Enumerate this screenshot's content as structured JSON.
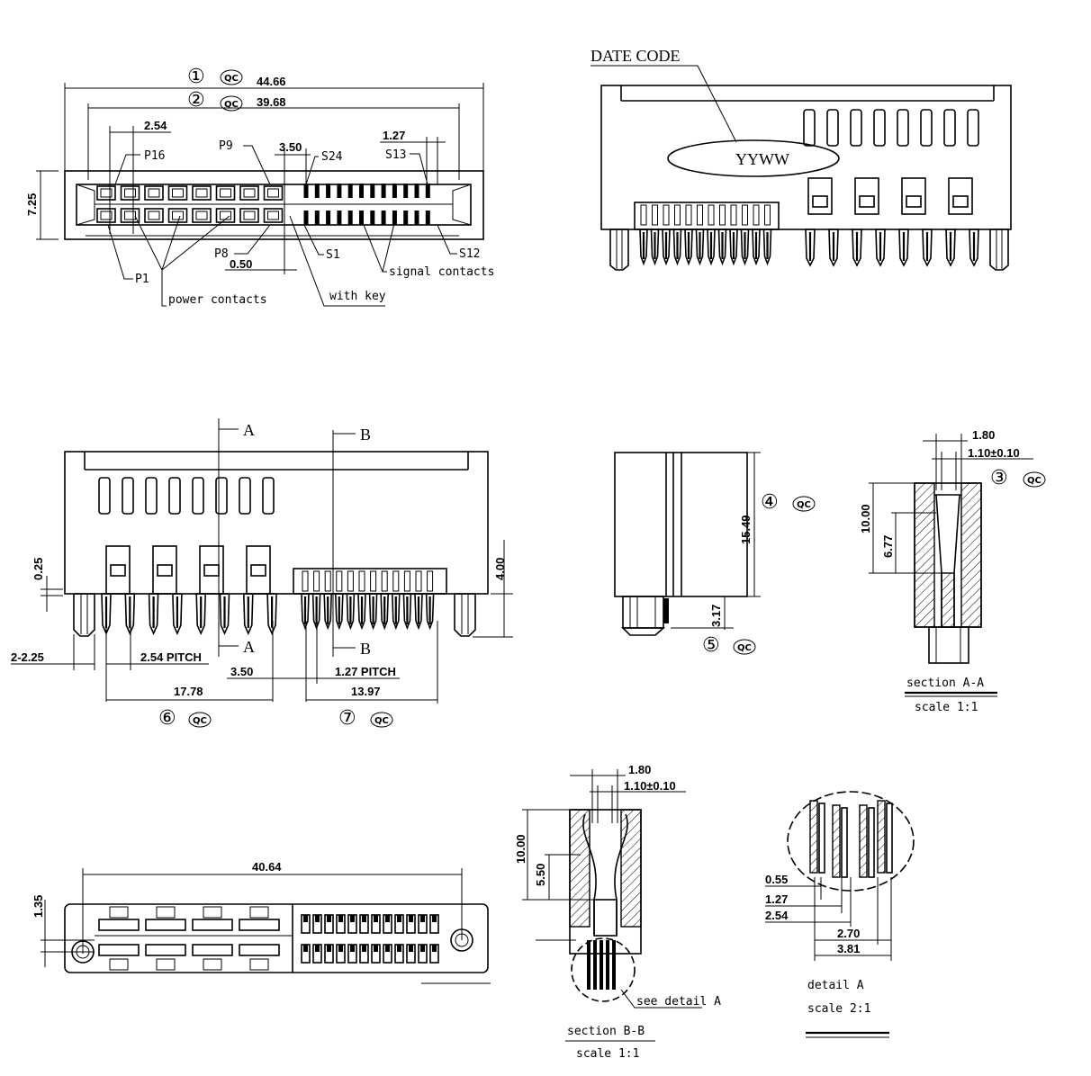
{
  "top_view": {
    "dims": [
      "44.66",
      "39.68",
      "2.54",
      "3.50",
      "1.27",
      "7.25",
      "0.50"
    ],
    "labels": {
      "p16": "P16",
      "p9": "P9",
      "s24": "S24",
      "s13": "S13",
      "p1": "P1",
      "p8": "P8",
      "s1": "S1",
      "s12": "S12",
      "power": "power contacts",
      "key": "with key",
      "signal": "signal contacts"
    },
    "markers": [
      "①",
      "②"
    ]
  },
  "front_view": {
    "date_code": "DATE CODE",
    "yyww": "YYWW"
  },
  "side_view": {
    "dims": [
      "0.25",
      "4.00",
      "2-2.25",
      "2.54 PITCH",
      "3.50",
      "1.27 PITCH",
      "17.78",
      "13.97"
    ],
    "section_a": "A",
    "section_b": "B",
    "markers": [
      "⑥",
      "⑦"
    ]
  },
  "end_view": {
    "dims": [
      "15.49",
      "3.17"
    ],
    "markers": [
      "④",
      "⑤"
    ]
  },
  "section_aa": {
    "dims": [
      "1.80",
      "1.10±0.10",
      "10.00",
      "6.77"
    ],
    "marker": "③",
    "title": "section A-A",
    "scale": "scale  1:1"
  },
  "bottom_view": {
    "dims": [
      "40.64",
      "1.35"
    ]
  },
  "section_bb": {
    "dims": [
      "1.80",
      "1.10±0.10",
      "10.00",
      "5.50"
    ],
    "see": "see detail A",
    "title": "section B-B",
    "scale": "scale  1:1"
  },
  "detail_a": {
    "dims": [
      "0.55",
      "1.27",
      "2.54",
      "2.70",
      "3.81"
    ],
    "title": "detail A",
    "scale": "scale  2:1"
  },
  "qc": "QC"
}
